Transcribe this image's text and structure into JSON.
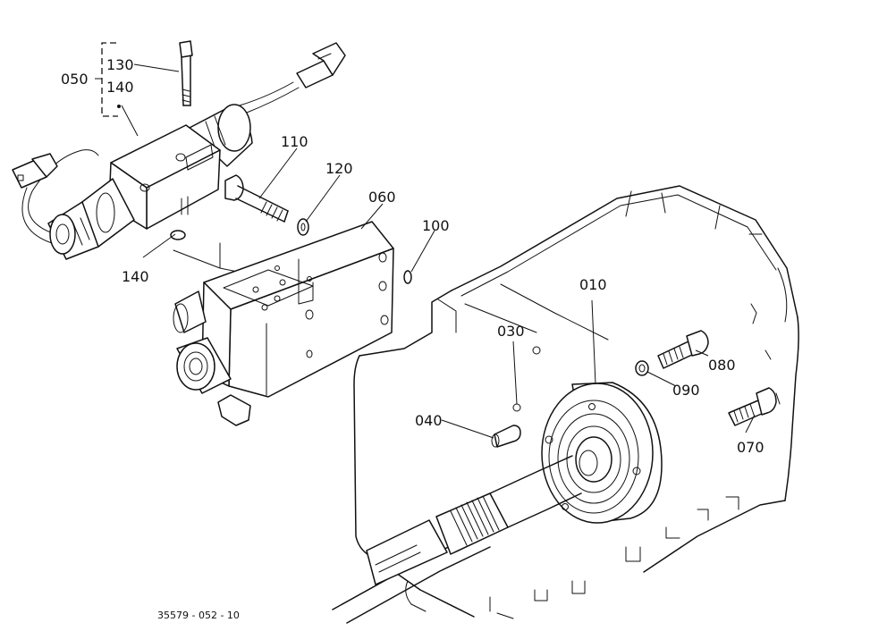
{
  "labels": {
    "p050": "050",
    "p130": "130",
    "p140_top": "140",
    "p110": "110",
    "p120": "120",
    "p060": "060",
    "p100": "100",
    "p140_bottom": "140",
    "p010": "010",
    "p030": "030",
    "p040": "040",
    "p080": "080",
    "p090": "090",
    "p070": "070"
  },
  "drawing_code": "35579 - 052 - 10"
}
